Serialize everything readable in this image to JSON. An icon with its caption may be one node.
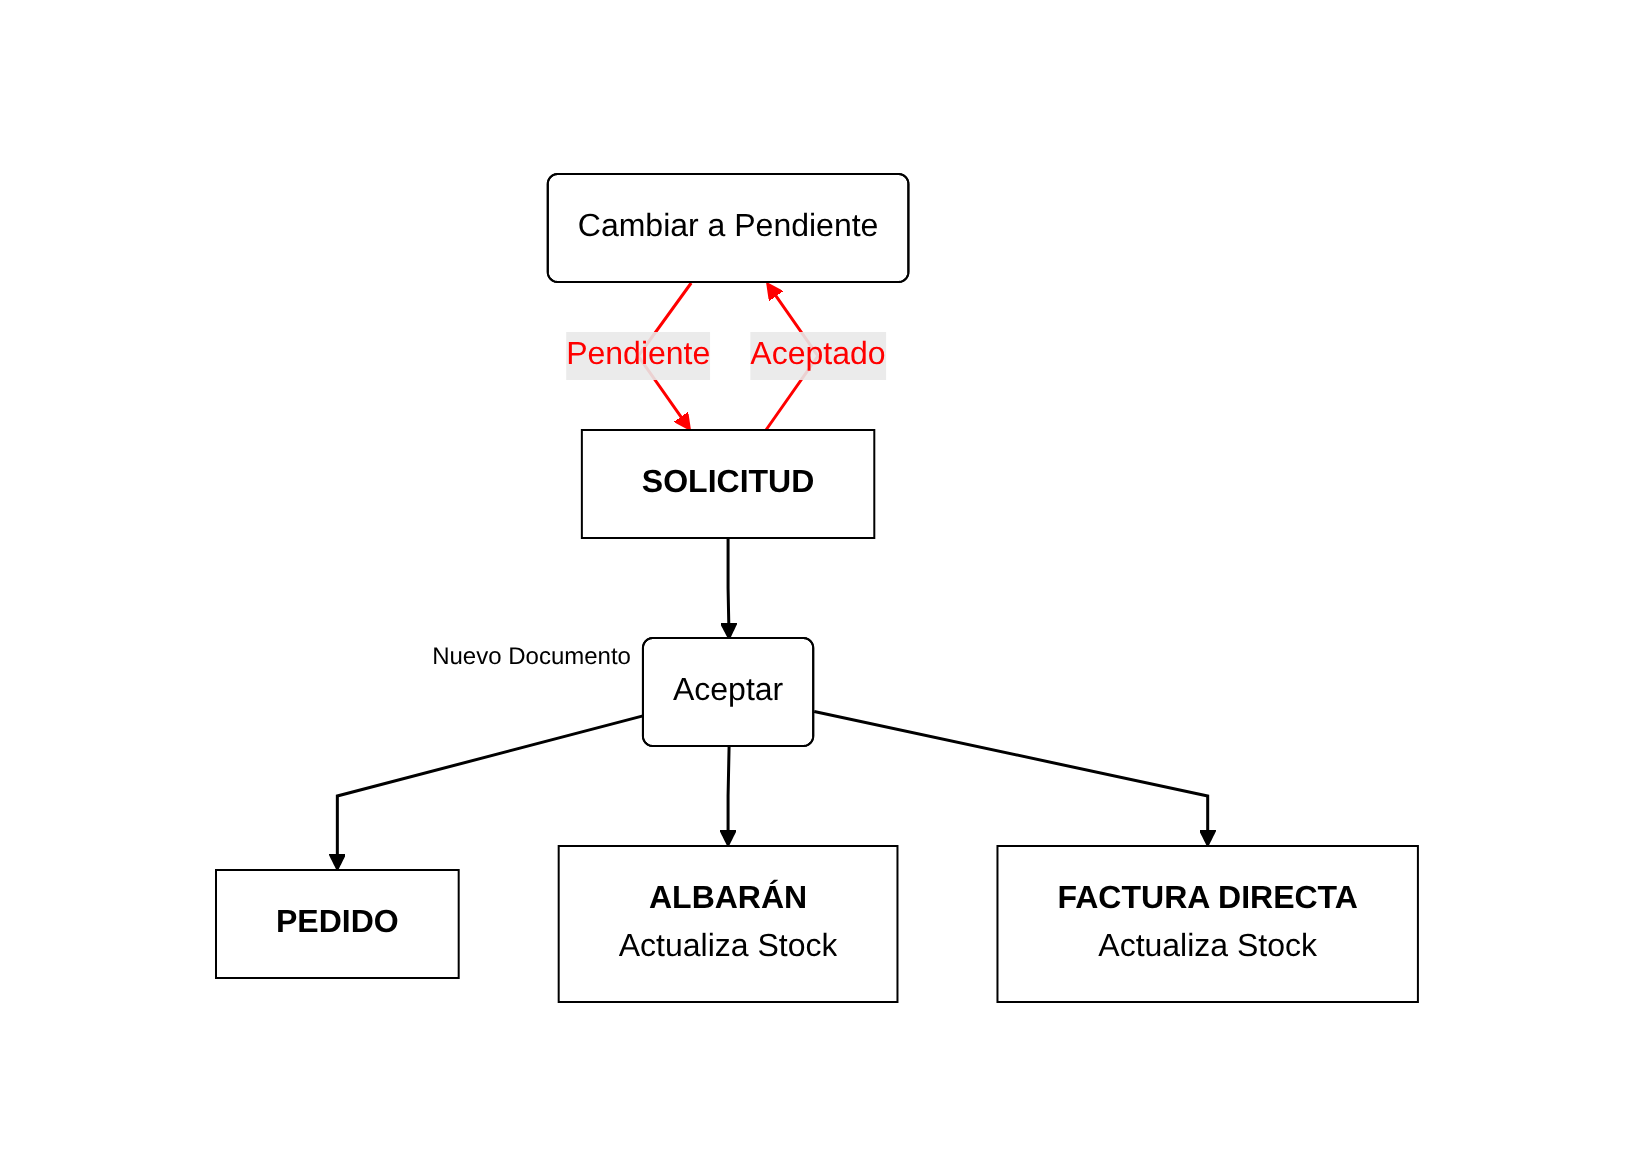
{
  "diagram": {
    "nodes": [
      {
        "text": [
          "Cambiar a Pendiente"
        ]
      },
      {
        "text": [
          "SOLICITUD"
        ]
      },
      {
        "text": [
          "Aceptar"
        ],
        "beside": [
          "Nuevo Documento"
        ]
      },
      {
        "text": [
          "PEDIDO"
        ]
      },
      {
        "text": [
          "ALBARÁN",
          "Actualiza Stock"
        ]
      },
      {
        "text": [
          "FACTURA DIRECTA",
          "Actualiza Stock"
        ]
      }
    ],
    "edges": [
      {
        "from": 1,
        "to": 0,
        "arrow": "to",
        "label": "Aceptado",
        "color": "#ff0000"
      },
      {
        "from": 0,
        "to": 1,
        "arrow": "to",
        "label": "Pendiente",
        "color": "#ff0000"
      },
      {
        "from": 1,
        "to": 2,
        "arrow": "to"
      },
      {
        "from": 2,
        "to": 3,
        "arrow": "to"
      },
      {
        "from": 2,
        "to": 4,
        "arrow": "to"
      },
      {
        "from": 2,
        "to": 5,
        "arrow": "to"
      }
    ]
  }
}
